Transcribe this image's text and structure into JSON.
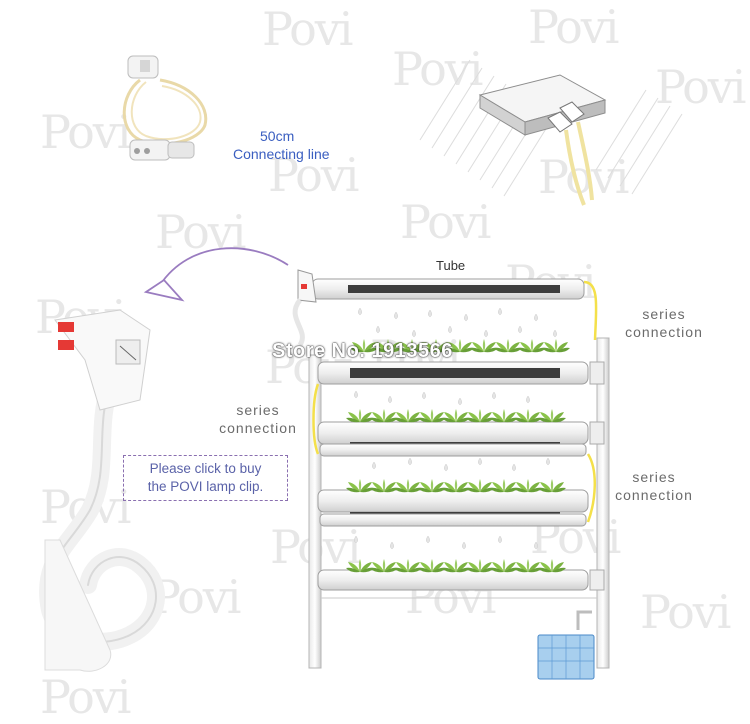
{
  "cable": {
    "length": "50cm",
    "label": "Connecting line"
  },
  "diagram": {
    "tube_label": "Tube",
    "series_right_top": [
      "series",
      "connection"
    ],
    "series_left": [
      "series",
      "connection"
    ],
    "series_right_bottom": [
      "series",
      "connection"
    ]
  },
  "overlay": {
    "store": "Store No. 1913566"
  },
  "lamp_clip": {
    "buy_line1": "Please click to buy",
    "buy_line2": "the POVI lamp clip."
  },
  "watermark": "Povi",
  "colors": {
    "accent_blue": "#3a5ec0",
    "dashed_box": "#8a6fb0",
    "arrow": "#9a7cc0",
    "series_cable": "#f4e04a",
    "plant": "#8bc34a",
    "tube_dark": "#3d3d3d",
    "water_tank": "#a8cfee"
  }
}
